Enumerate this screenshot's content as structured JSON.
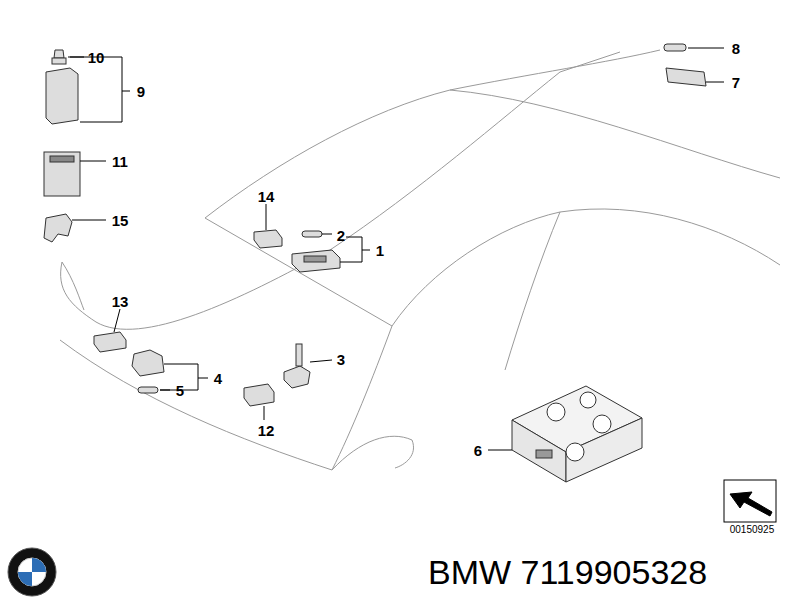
{
  "diagram": {
    "caption": "BMW 7119905328",
    "labels": [
      "10",
      "9",
      "11",
      "15",
      "8",
      "7",
      "14",
      "2",
      "1",
      "13",
      "3",
      "4",
      "5",
      "12",
      "6",
      "00150925"
    ]
  }
}
